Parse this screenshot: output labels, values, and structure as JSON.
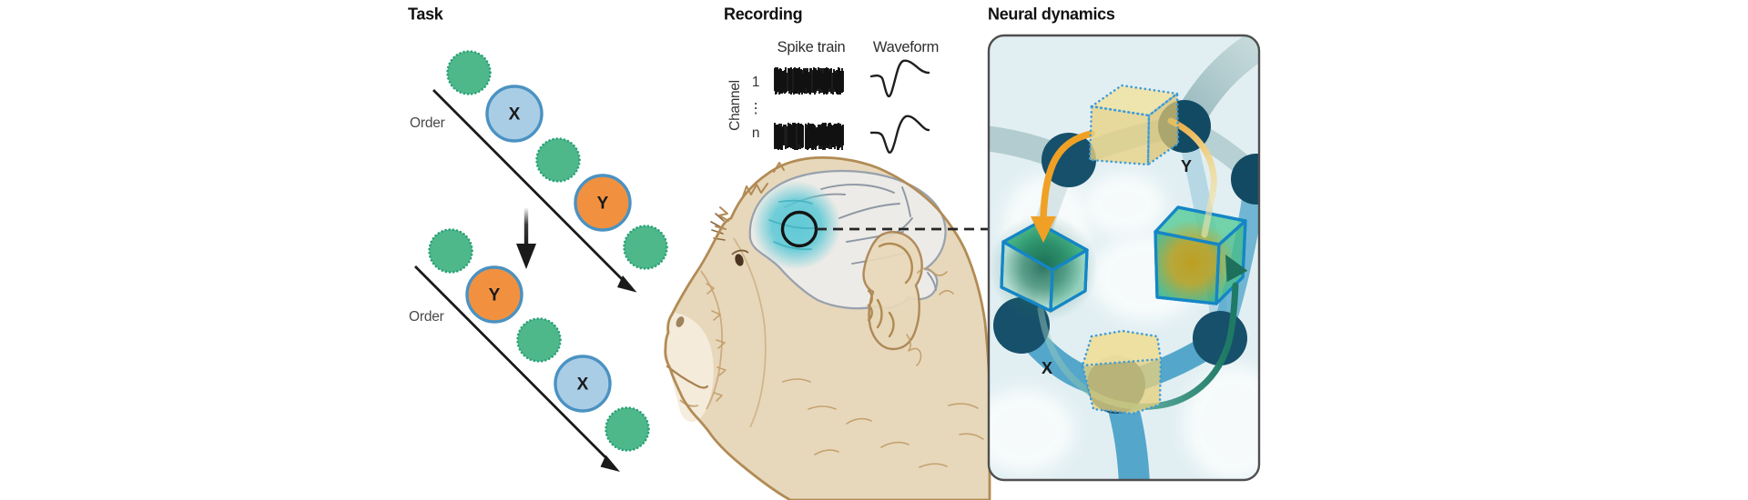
{
  "figure": {
    "panels": {
      "task": {
        "title": "Task",
        "sequences": [
          {
            "order_label": "Order",
            "items": [
              {
                "kind": "distractor"
              },
              {
                "kind": "target",
                "label": "X",
                "color": "blue"
              },
              {
                "kind": "distractor"
              },
              {
                "kind": "target",
                "label": "Y",
                "color": "orange"
              },
              {
                "kind": "distractor"
              }
            ]
          },
          {
            "order_label": "Order",
            "items": [
              {
                "kind": "distractor"
              },
              {
                "kind": "target",
                "label": "Y",
                "color": "orange"
              },
              {
                "kind": "distractor"
              },
              {
                "kind": "target",
                "label": "X",
                "color": "blue"
              },
              {
                "kind": "distractor"
              }
            ]
          }
        ]
      },
      "recording": {
        "title": "Recording",
        "column_labels": {
          "spike_train": "Spike train",
          "waveform": "Waveform"
        },
        "channel_axis": {
          "label": "Channel",
          "first_tick": "1",
          "ellipsis": "⋮",
          "last_tick": "n"
        }
      },
      "neural_dynamics": {
        "title": "Neural dynamics",
        "state_labels": {
          "x": "X",
          "y": "Y"
        }
      }
    },
    "colors": {
      "distractor_green": "#4eb88b",
      "target_blue": "#aacde6",
      "target_orange": "#f19140",
      "target_ring": "#4a92c2",
      "panel_background": "#e2eff2",
      "network_node_navy": "#17506b",
      "tube_blue": "#54a7cb",
      "tube_teal": "#a8c4c7",
      "cube_edge_blue": "#1486c6",
      "ghost_cube_yellow": "#e9d482",
      "arrow_orange": "#f0a125",
      "arrow_yellow": "#edd089",
      "arrow_teal": "#1e7a64",
      "cortex_highlight_cyan": "#54c6d4",
      "monkey_skin": "#e7d8bc",
      "monkey_outline": "#b28b55",
      "brain_fill": "#edebe7",
      "brain_line": "#98a1ac",
      "ink": "#1a1a1a"
    }
  }
}
